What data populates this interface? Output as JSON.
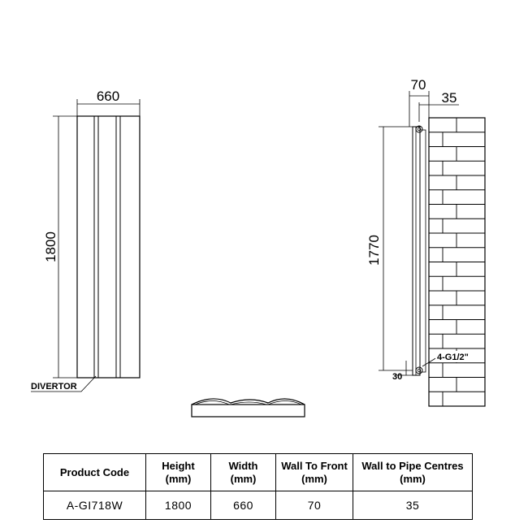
{
  "drawing": {
    "front_width_label": "660",
    "front_height_label": "1800",
    "divertor_label": "DIVERTOR",
    "side_depth_label": "70",
    "side_pipe_offset_label": "35",
    "side_height_label": "1770",
    "side_bottom_label": "30",
    "connection_label": "4-G1/2\""
  },
  "table": {
    "headers": [
      "Product Code",
      "Height\n(mm)",
      "Width\n(mm)",
      "Wall To Front\n(mm)",
      "Wall to Pipe Centres\n(mm)"
    ],
    "row": [
      "A-GI718W",
      "1800",
      "660",
      "70",
      "35"
    ]
  }
}
